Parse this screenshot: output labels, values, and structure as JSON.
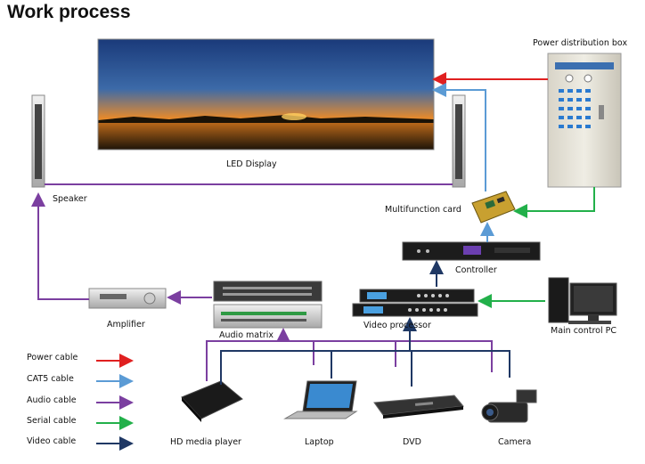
{
  "title": "Work process",
  "devices": {
    "led_display": "LED Display",
    "power_distribution_box": "Power distribution box",
    "speaker": "Speaker",
    "multifunction_card": "Multifunction card",
    "controller": "Controller",
    "amplifier": "Amplifier",
    "audio_matrix": "Audio  matrix",
    "video_processor": "Video processor",
    "main_control_pc": "Main control PC",
    "hd_media_player": "HD media player",
    "laptop": "Laptop",
    "dvd": "DVD",
    "camera": "Camera"
  },
  "legend": [
    {
      "label": "Power cable",
      "color": "#e02020"
    },
    {
      "label": "CAT5 cable",
      "color": "#5b9bd5"
    },
    {
      "label": "Audio cable",
      "color": "#7b3fa0"
    },
    {
      "label": "Serial cable",
      "color": "#22b04a"
    },
    {
      "label": "Video cable",
      "color": "#1f3864"
    }
  ],
  "colors": {
    "power": "#e02020",
    "cat5": "#5b9bd5",
    "audio": "#7b3fa0",
    "serial": "#22b04a",
    "video": "#1f3864"
  }
}
